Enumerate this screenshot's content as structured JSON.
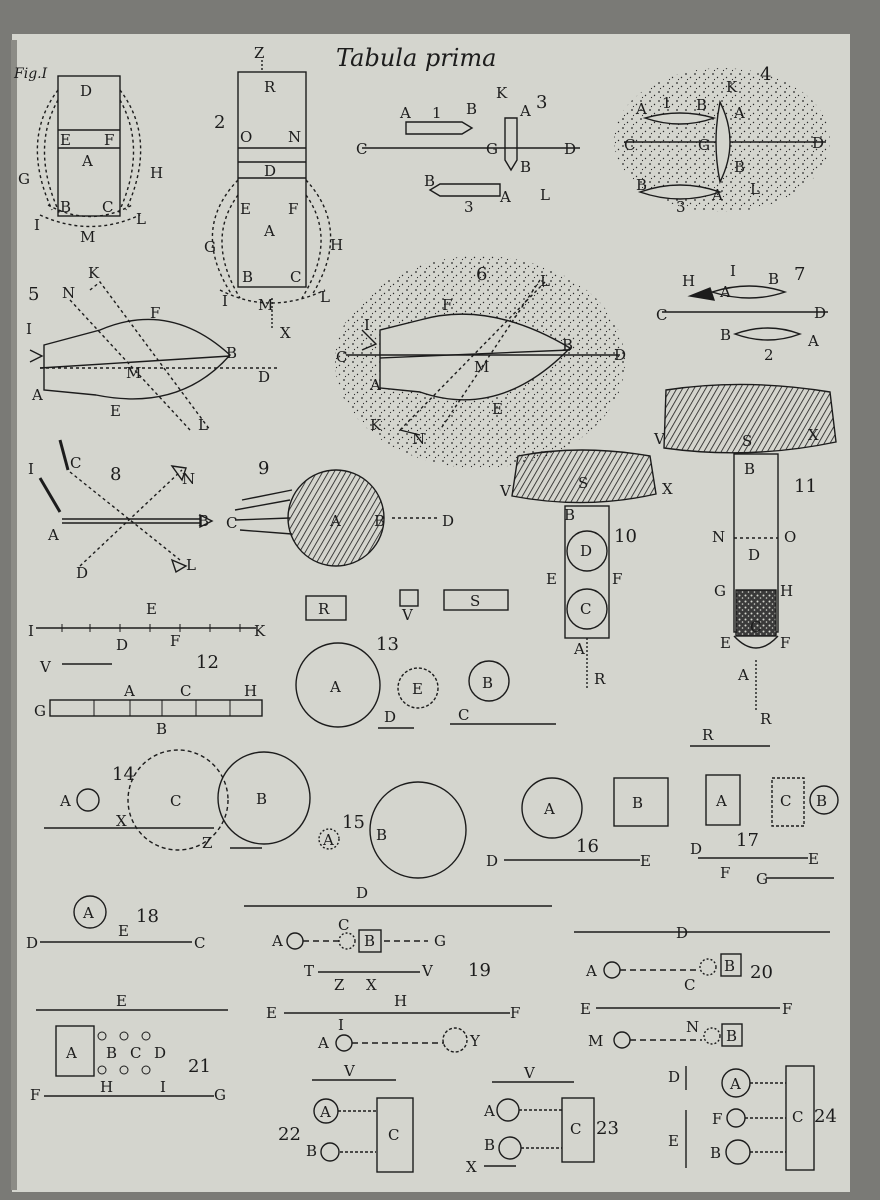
{
  "plate": {
    "title": "Tabula prima",
    "fig_label": "Fig.I"
  },
  "colors": {
    "paper": "#d4d5ce",
    "ink": "#1c1c1c",
    "page_edge": "#7a7a76"
  },
  "fig_numbers": [
    "2",
    "3",
    "4",
    "5",
    "6",
    "7",
    "8",
    "9",
    "10",
    "11",
    "12",
    "13",
    "14",
    "15",
    "16",
    "17",
    "18",
    "19",
    "20",
    "21",
    "22",
    "23",
    "24"
  ],
  "fig1": {
    "letters": [
      "D",
      "E",
      "F",
      "A",
      "G",
      "H",
      "B",
      "C",
      "I",
      "M",
      "L"
    ]
  },
  "fig2": {
    "letters": [
      "Z",
      "R",
      "O",
      "N",
      "D",
      "E",
      "F",
      "A",
      "G",
      "H",
      "B",
      "C",
      "I",
      "M",
      "L",
      "X"
    ]
  },
  "fig3": {
    "letters": [
      "A",
      "1",
      "B",
      "K",
      "A",
      "C",
      "G",
      "D",
      "B",
      "B",
      "3",
      "A",
      "L"
    ]
  },
  "fig4": {
    "letters": [
      "K",
      "A",
      "1",
      "B",
      "A",
      "C",
      "G",
      "D",
      "B",
      "B",
      "3",
      "A",
      "L"
    ]
  },
  "fig5": {
    "letters": [
      "K",
      "N",
      "F",
      "I",
      "B",
      "M",
      "D",
      "A",
      "E",
      "L"
    ]
  },
  "fig6": {
    "letters": [
      "L",
      "F",
      "I",
      "C",
      "B",
      "D",
      "M",
      "A",
      "E",
      "K",
      "N"
    ]
  },
  "fig7": {
    "letters": [
      "H",
      "I",
      "B",
      "A",
      "C",
      "D",
      "B",
      "A",
      "2"
    ]
  },
  "fig8": {
    "letters": [
      "C",
      "I",
      "N",
      "B",
      "A",
      "D",
      "L"
    ]
  },
  "fig9": {
    "letters": [
      "C",
      "A",
      "B",
      "D"
    ]
  },
  "fig10": {
    "letters": [
      "V",
      "S",
      "X",
      "B",
      "D",
      "E",
      "F",
      "C",
      "A",
      "R"
    ]
  },
  "fig11": {
    "letters": [
      "V",
      "S",
      "X",
      "B",
      "N",
      "O",
      "D",
      "G",
      "H",
      "C",
      "E",
      "F",
      "A",
      "R"
    ]
  },
  "fig12": {
    "letters": [
      "E",
      "I",
      "K",
      "D",
      "F",
      "V",
      "A",
      "C",
      "H",
      "G",
      "B"
    ]
  },
  "fig13": {
    "letters": [
      "R",
      "V",
      "S",
      "A",
      "E",
      "B",
      "D",
      "C"
    ]
  },
  "fig14": {
    "letters": [
      "A",
      "C",
      "B",
      "X",
      "Z"
    ]
  },
  "fig15": {
    "letters": [
      "A",
      "B"
    ]
  },
  "fig16": {
    "letters": [
      "A",
      "B",
      "D",
      "E"
    ]
  },
  "fig17": {
    "letters": [
      "R",
      "A",
      "C",
      "B",
      "D",
      "E",
      "F",
      "G"
    ]
  },
  "fig18": {
    "letters": [
      "A",
      "E",
      "D",
      "C"
    ]
  },
  "fig19": {
    "letters": [
      "D",
      "C",
      "A",
      "B",
      "G",
      "T",
      "V",
      "Z",
      "X"
    ]
  },
  "fig20": {
    "letters": [
      "D",
      "A",
      "C",
      "B"
    ]
  },
  "fig21": {
    "letters": [
      "E",
      "A",
      "B",
      "C",
      "D",
      "F",
      "H",
      "I",
      "G"
    ]
  },
  "fig_EF": {
    "letters": [
      "E",
      "F",
      "H",
      "I",
      "A",
      "Y"
    ]
  },
  "fig_MNB": {
    "letters": [
      "E",
      "F",
      "M",
      "N",
      "B"
    ]
  },
  "fig22": {
    "letters": [
      "V",
      "A",
      "B",
      "C"
    ]
  },
  "fig23": {
    "letters": [
      "V",
      "A",
      "B",
      "C",
      "X"
    ]
  },
  "fig24": {
    "letters": [
      "D",
      "A",
      "F",
      "C",
      "E",
      "B"
    ]
  }
}
